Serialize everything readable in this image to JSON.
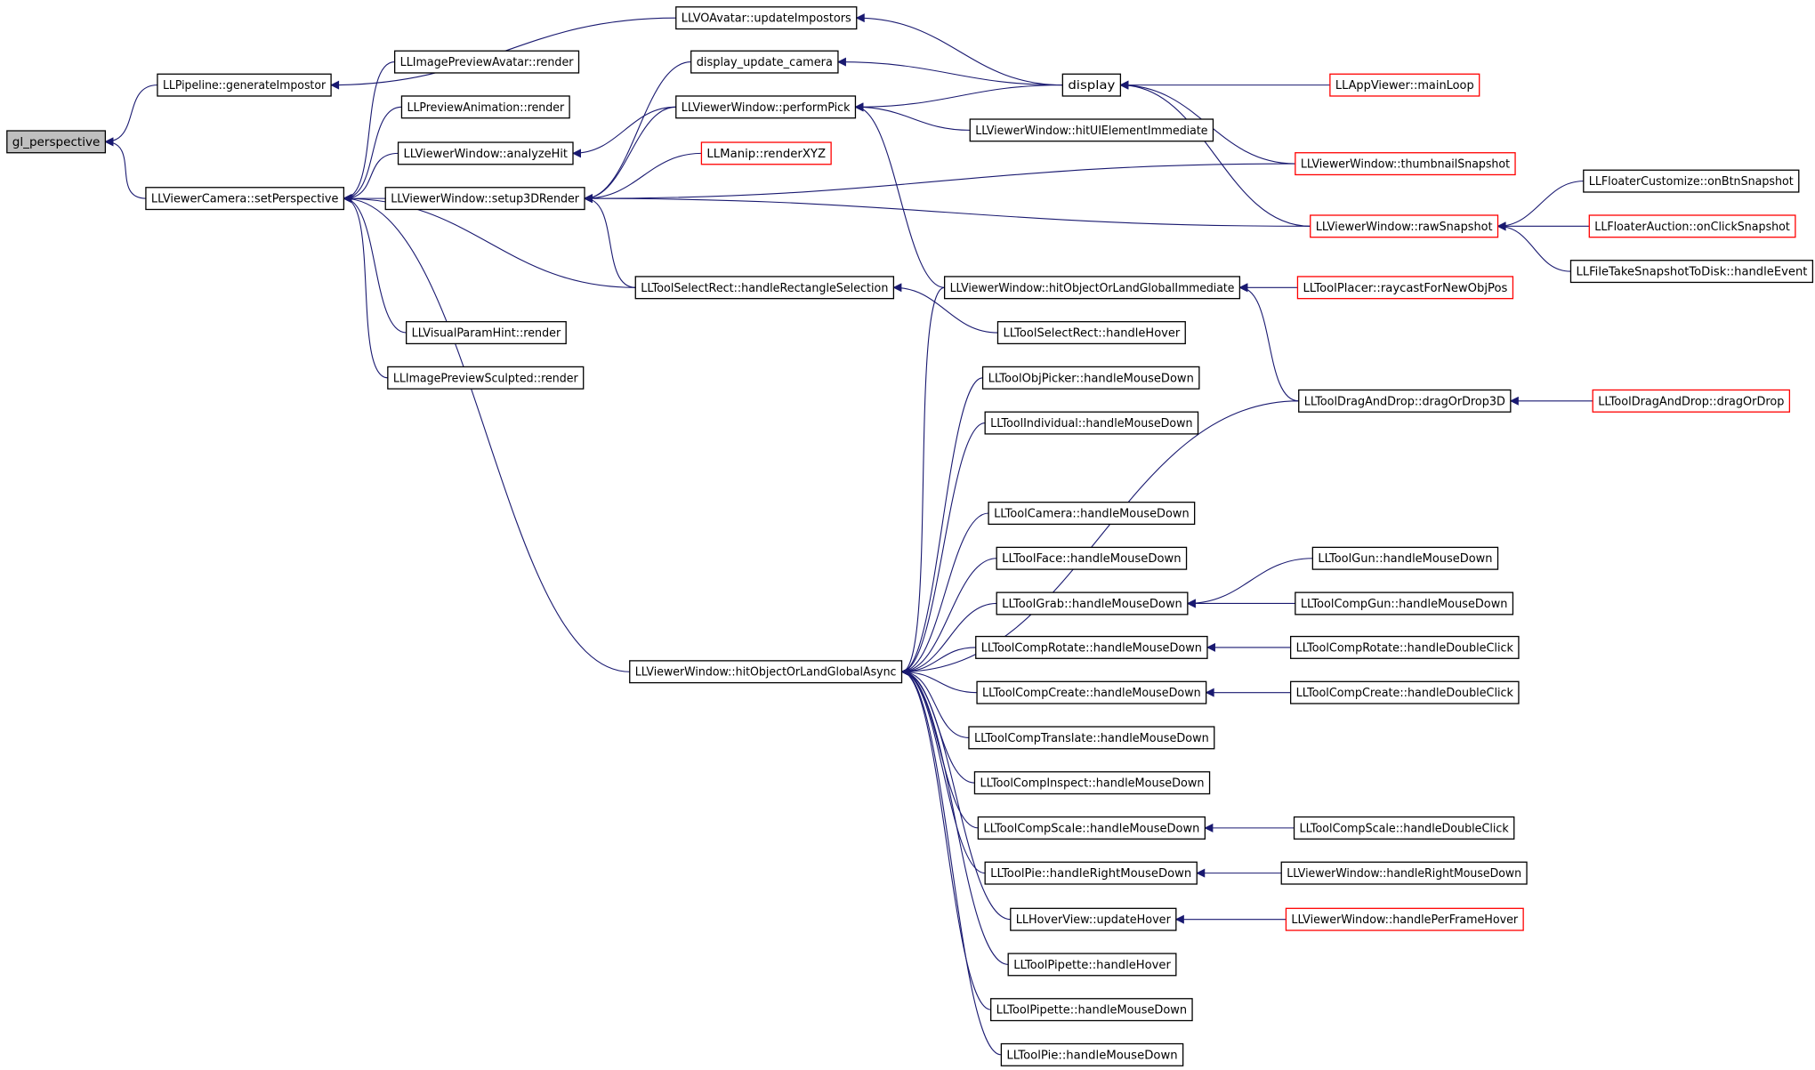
{
  "nodes": [
    {
      "id": "n0",
      "label": "gl_perspective",
      "highlight": true
    },
    {
      "id": "n1",
      "label": "LLPipeline::generateImpostor"
    },
    {
      "id": "n2",
      "label": "LLViewerCamera::setPerspective"
    },
    {
      "id": "n3",
      "label": "LLVOAvatar::updateImpostors"
    },
    {
      "id": "n4",
      "label": "LLImagePreviewAvatar::render"
    },
    {
      "id": "n5",
      "label": "LLPreviewAnimation::render"
    },
    {
      "id": "n6",
      "label": "LLViewerWindow::analyzeHit"
    },
    {
      "id": "n7",
      "label": "LLViewerWindow::setup3DRender"
    },
    {
      "id": "n8",
      "label": "LLToolSelectRect::handleRectangleSelection"
    },
    {
      "id": "n9",
      "label": "LLVisualParamHint::render"
    },
    {
      "id": "n10",
      "label": "LLImagePreviewSculpted::render"
    },
    {
      "id": "n11",
      "label": "LLViewerWindow::hitObjectOrLandGlobalAsync"
    },
    {
      "id": "n12",
      "label": "display_update_camera"
    },
    {
      "id": "n13",
      "label": "LLViewerWindow::performPick"
    },
    {
      "id": "n14",
      "label": "LLManip::renderXYZ",
      "truncated": true
    },
    {
      "id": "n15",
      "label": "display"
    },
    {
      "id": "n16",
      "label": "LLViewerWindow::hitUIElementImmediate"
    },
    {
      "id": "n17",
      "label": "LLViewerWindow::hitObjectOrLandGlobalImmediate"
    },
    {
      "id": "n18",
      "label": "LLToolSelectRect::handleHover"
    },
    {
      "id": "n19",
      "label": "LLToolObjPicker::handleMouseDown"
    },
    {
      "id": "n20",
      "label": "LLToolIndividual::handleMouseDown"
    },
    {
      "id": "n21",
      "label": "LLToolCamera::handleMouseDown"
    },
    {
      "id": "n22",
      "label": "LLToolFace::handleMouseDown"
    },
    {
      "id": "n23",
      "label": "LLToolGrab::handleMouseDown"
    },
    {
      "id": "n24",
      "label": "LLToolCompRotate::handleMouseDown"
    },
    {
      "id": "n25",
      "label": "LLToolCompCreate::handleMouseDown"
    },
    {
      "id": "n26",
      "label": "LLToolCompTranslate::handleMouseDown"
    },
    {
      "id": "n27",
      "label": "LLToolCompInspect::handleMouseDown"
    },
    {
      "id": "n28",
      "label": "LLToolCompScale::handleMouseDown"
    },
    {
      "id": "n29",
      "label": "LLToolPie::handleRightMouseDown"
    },
    {
      "id": "n30",
      "label": "LLHoverView::updateHover"
    },
    {
      "id": "n31",
      "label": "LLToolPipette::handleHover"
    },
    {
      "id": "n32",
      "label": "LLToolPipette::handleMouseDown"
    },
    {
      "id": "n33",
      "label": "LLToolPie::handleMouseDown"
    },
    {
      "id": "n34",
      "label": "LLAppViewer::mainLoop",
      "truncated": true
    },
    {
      "id": "n35",
      "label": "LLViewerWindow::thumbnailSnapshot",
      "truncated": true
    },
    {
      "id": "n36",
      "label": "LLViewerWindow::rawSnapshot",
      "truncated": true
    },
    {
      "id": "n37",
      "label": "LLToolPlacer::raycastForNewObjPos",
      "truncated": true
    },
    {
      "id": "n38",
      "label": "LLToolDragAndDrop::dragOrDrop3D"
    },
    {
      "id": "n39",
      "label": "LLToolGun::handleMouseDown"
    },
    {
      "id": "n40",
      "label": "LLToolCompGun::handleMouseDown"
    },
    {
      "id": "n41",
      "label": "LLToolCompRotate::handleDoubleClick"
    },
    {
      "id": "n42",
      "label": "LLToolCompCreate::handleDoubleClick"
    },
    {
      "id": "n43",
      "label": "LLToolCompScale::handleDoubleClick"
    },
    {
      "id": "n44",
      "label": "LLViewerWindow::handleRightMouseDown"
    },
    {
      "id": "n45",
      "label": "LLViewerWindow::handlePerFrameHover",
      "truncated": true
    },
    {
      "id": "n46",
      "label": "LLFloaterCustomize::onBtnSnapshot"
    },
    {
      "id": "n47",
      "label": "LLFloaterAuction::onClickSnapshot",
      "truncated": true
    },
    {
      "id": "n48",
      "label": "LLFileTakeSnapshotToDisk::handleEvent"
    },
    {
      "id": "n49",
      "label": "LLToolDragAndDrop::dragOrDrop",
      "truncated": true
    }
  ],
  "edges": [
    [
      "n1",
      "n0"
    ],
    [
      "n2",
      "n0"
    ],
    [
      "n3",
      "n1"
    ],
    [
      "n4",
      "n2"
    ],
    [
      "n5",
      "n2"
    ],
    [
      "n6",
      "n2"
    ],
    [
      "n7",
      "n2"
    ],
    [
      "n8",
      "n2"
    ],
    [
      "n9",
      "n2"
    ],
    [
      "n10",
      "n2"
    ],
    [
      "n11",
      "n2"
    ],
    [
      "n15",
      "n3"
    ],
    [
      "n13",
      "n6"
    ],
    [
      "n12",
      "n7"
    ],
    [
      "n13",
      "n7"
    ],
    [
      "n14",
      "n7"
    ],
    [
      "n8",
      "n7"
    ],
    [
      "n35",
      "n7"
    ],
    [
      "n36",
      "n7"
    ],
    [
      "n18",
      "n8"
    ],
    [
      "n17",
      "n11"
    ],
    [
      "n19",
      "n11"
    ],
    [
      "n20",
      "n11"
    ],
    [
      "n38",
      "n11"
    ],
    [
      "n21",
      "n11"
    ],
    [
      "n22",
      "n11"
    ],
    [
      "n23",
      "n11"
    ],
    [
      "n24",
      "n11"
    ],
    [
      "n25",
      "n11"
    ],
    [
      "n26",
      "n11"
    ],
    [
      "n27",
      "n11"
    ],
    [
      "n28",
      "n11"
    ],
    [
      "n29",
      "n11"
    ],
    [
      "n30",
      "n11"
    ],
    [
      "n31",
      "n11"
    ],
    [
      "n32",
      "n11"
    ],
    [
      "n33",
      "n11"
    ],
    [
      "n15",
      "n12"
    ],
    [
      "n15",
      "n13"
    ],
    [
      "n16",
      "n13"
    ],
    [
      "n17",
      "n13"
    ],
    [
      "n34",
      "n15"
    ],
    [
      "n35",
      "n15"
    ],
    [
      "n36",
      "n15"
    ],
    [
      "n37",
      "n17"
    ],
    [
      "n38",
      "n17"
    ],
    [
      "n39",
      "n23"
    ],
    [
      "n40",
      "n23"
    ],
    [
      "n41",
      "n24"
    ],
    [
      "n42",
      "n25"
    ],
    [
      "n43",
      "n28"
    ],
    [
      "n44",
      "n29"
    ],
    [
      "n45",
      "n30"
    ],
    [
      "n46",
      "n36"
    ],
    [
      "n47",
      "n36"
    ],
    [
      "n48",
      "n36"
    ],
    [
      "n49",
      "n38"
    ]
  ]
}
